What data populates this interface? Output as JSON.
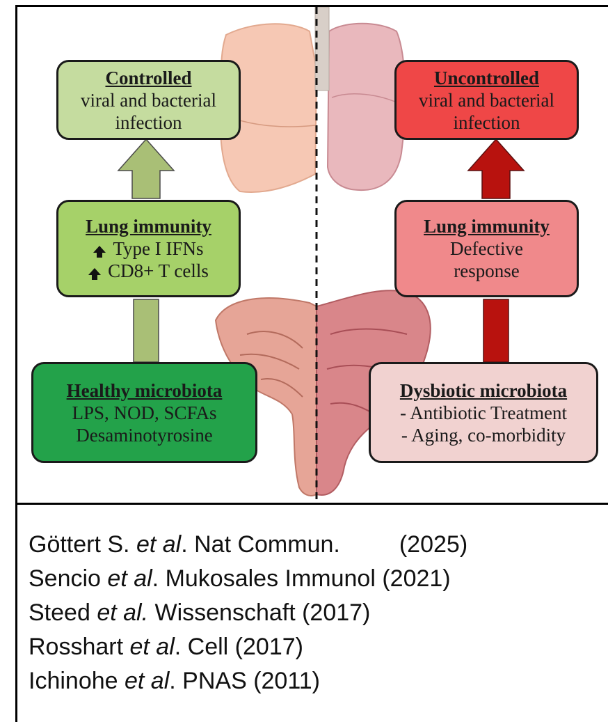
{
  "panels": {
    "left": {
      "top_box": {
        "title": "Controlled",
        "lines": [
          "viral and bacterial",
          "infection"
        ],
        "color": "#c5dc9f"
      },
      "mid_box": {
        "title": "Lung immunity",
        "lines": [
          "Type I IFNs",
          "CD8+ T cells"
        ],
        "color": "#a6d169"
      },
      "bottom_box": {
        "title": "Healthy microbiota",
        "lines": [
          "LPS, NOD, SCFAs",
          "Desaminotyrosine"
        ],
        "color": "#23a24a"
      },
      "arrow_color": "#aab97a"
    },
    "right": {
      "top_box": {
        "title": "Uncontrolled",
        "lines": [
          "viral and bacterial",
          "infection"
        ],
        "color": "#ef4747"
      },
      "mid_box": {
        "title": "Lung immunity",
        "lines": [
          "Defective",
          "response"
        ],
        "color": "#f0898b"
      },
      "bottom_box": {
        "title": "Dysbiotic microbiota",
        "lines": [
          "- Antibiotic Treatment",
          "- Aging, co-morbidity"
        ],
        "color": "#f1d2d0"
      },
      "arrow_color": "#b8120e"
    }
  },
  "references": [
    {
      "before": "Göttert S. ",
      "italic": "et al",
      "after": ". Nat Commun.         (2025)"
    },
    {
      "before": "Sencio ",
      "italic": "et al",
      "after": ". Mukosales Immunol (2021)"
    },
    {
      "before": "Steed ",
      "italic": "et al.",
      "after": " Wissenschaft (2017)"
    },
    {
      "before": "Rosshart ",
      "italic": "et al",
      "after": ". Cell (2017)"
    },
    {
      "before": "Ichinohe ",
      "italic": "et al",
      "after": ". PNAS (2011)"
    }
  ]
}
